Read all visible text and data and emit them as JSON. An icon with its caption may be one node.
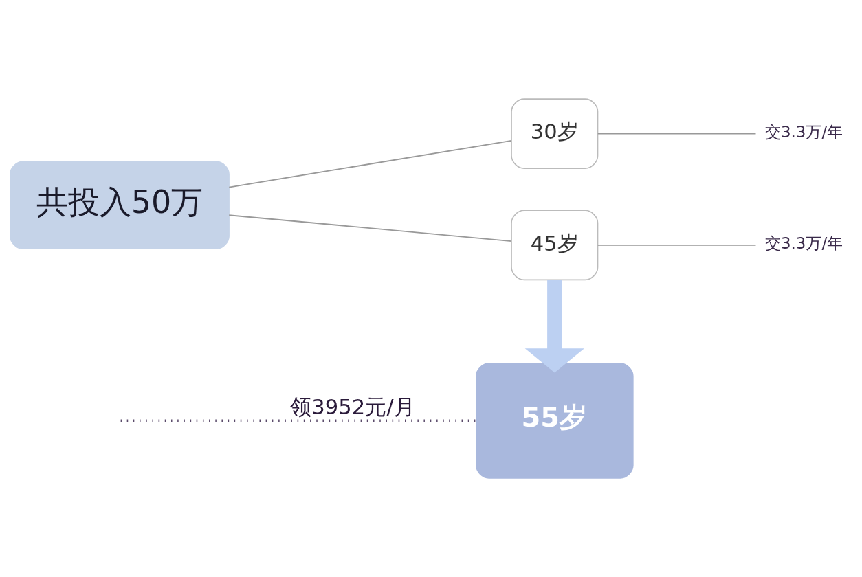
{
  "diagram": {
    "nodes": [
      {
        "text": [
          "共投入50万"
        ]
      },
      {
        "text": [
          "30岁"
        ]
      },
      {
        "text": [
          "45岁"
        ]
      },
      {
        "text": [
          "交3.3万/年"
        ]
      },
      {
        "text": [
          "交3.3万/年"
        ]
      },
      {
        "text": [
          "55岁"
        ]
      }
    ],
    "edges": [
      {
        "from": 0,
        "to": 1,
        "arrow": "none"
      },
      {
        "from": 0,
        "to": 2,
        "arrow": "none"
      },
      {
        "from": 1,
        "to": 3,
        "arrow": "none"
      },
      {
        "from": 2,
        "to": 4,
        "arrow": "none"
      },
      {
        "from": 2,
        "to": 5,
        "arrow": "to",
        "style": "thick",
        "color": "#bcd0f2"
      },
      {
        "from": null,
        "to": 5,
        "arrow": "none",
        "label": "领3952元/月",
        "style": "dashed",
        "color": "#5a4a6a"
      }
    ]
  }
}
